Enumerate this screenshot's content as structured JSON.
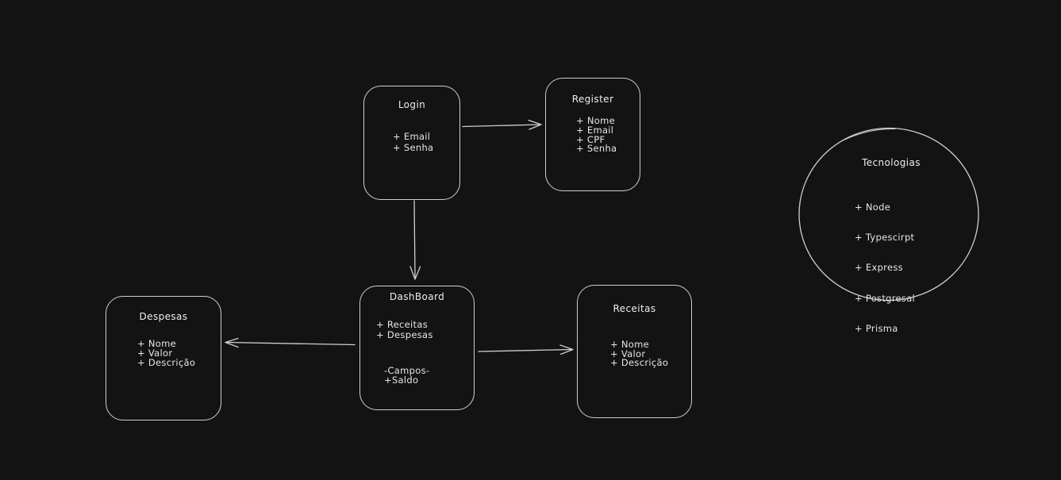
{
  "canvas": {
    "background_color": "#131313",
    "stroke_color": "#cfcfcf",
    "text_color": "#e8e8e8"
  },
  "nodes": {
    "login": {
      "title": "Login",
      "items": [
        "+ Email",
        "+ Senha"
      ]
    },
    "register": {
      "title": "Register",
      "items": [
        "+ Nome",
        "+ Email",
        "+ CPF",
        "+ Senha"
      ]
    },
    "dashboard": {
      "title": "DashBoard",
      "items": [
        "+ Receitas",
        "+ Despesas"
      ],
      "footer": [
        "-Campos-",
        "+Saldo"
      ]
    },
    "despesas": {
      "title": "Despesas",
      "items": [
        "+ Nome",
        "+ Valor",
        "+ Descrição"
      ]
    },
    "receitas": {
      "title": "Receitas",
      "items": [
        "+ Nome",
        "+ Valor",
        "+ Descrição"
      ]
    },
    "tecnologias": {
      "title": "Tecnologias",
      "items": [
        "+ Node",
        "+ Typescirpt",
        "+ Express",
        "+ Postgresal",
        "+ Prisma"
      ]
    }
  },
  "edges": [
    {
      "from": "Login",
      "to": "Register",
      "direction": "right"
    },
    {
      "from": "Login",
      "to": "DashBoard",
      "direction": "down"
    },
    {
      "from": "DashBoard",
      "to": "Despesas",
      "direction": "left"
    },
    {
      "from": "DashBoard",
      "to": "Receitas",
      "direction": "right"
    }
  ]
}
